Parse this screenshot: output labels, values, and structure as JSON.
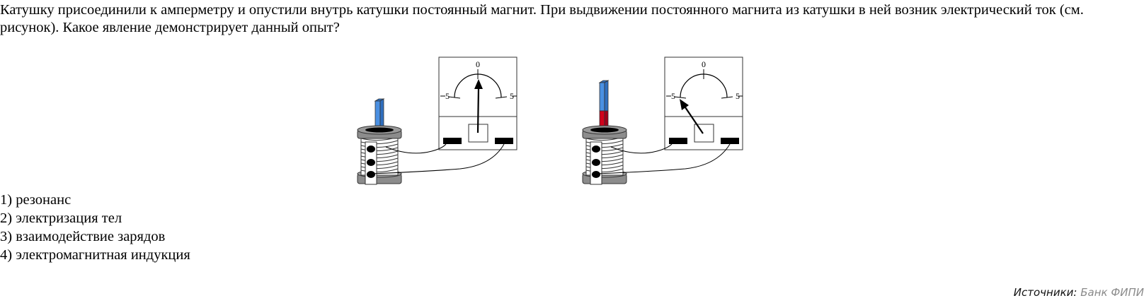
{
  "question": {
    "text": "Катушку присоединили к амперметру и опустили внутрь катушки постоянный магнит. При выдвижении постоянного магнита из катушки в ней возник электрический ток (см. рисунок). Какое явление демонстрирует данный опыт?"
  },
  "figure": {
    "panels": [
      {
        "name": "before",
        "magnet_colors": [
          "#4a90e2"
        ],
        "ammeter": {
          "scale_left": "5",
          "scale_center": "0",
          "scale_right": "5",
          "needle_position": "0"
        }
      },
      {
        "name": "after",
        "magnet_colors": [
          "#4a90e2",
          "#d0021b"
        ],
        "ammeter": {
          "scale_left": "5",
          "scale_center": "0",
          "scale_right": "5",
          "needle_position": "-5"
        }
      }
    ]
  },
  "answers": [
    {
      "number": "1)",
      "text": "резонанс"
    },
    {
      "number": "2)",
      "text": "электризация тел"
    },
    {
      "number": "3)",
      "text": "взаимодействие зарядов"
    },
    {
      "number": "4)",
      "text": "электромагнитная индукция"
    }
  ],
  "sources": {
    "label": "Источники:",
    "link": "Банк ФИПИ"
  }
}
